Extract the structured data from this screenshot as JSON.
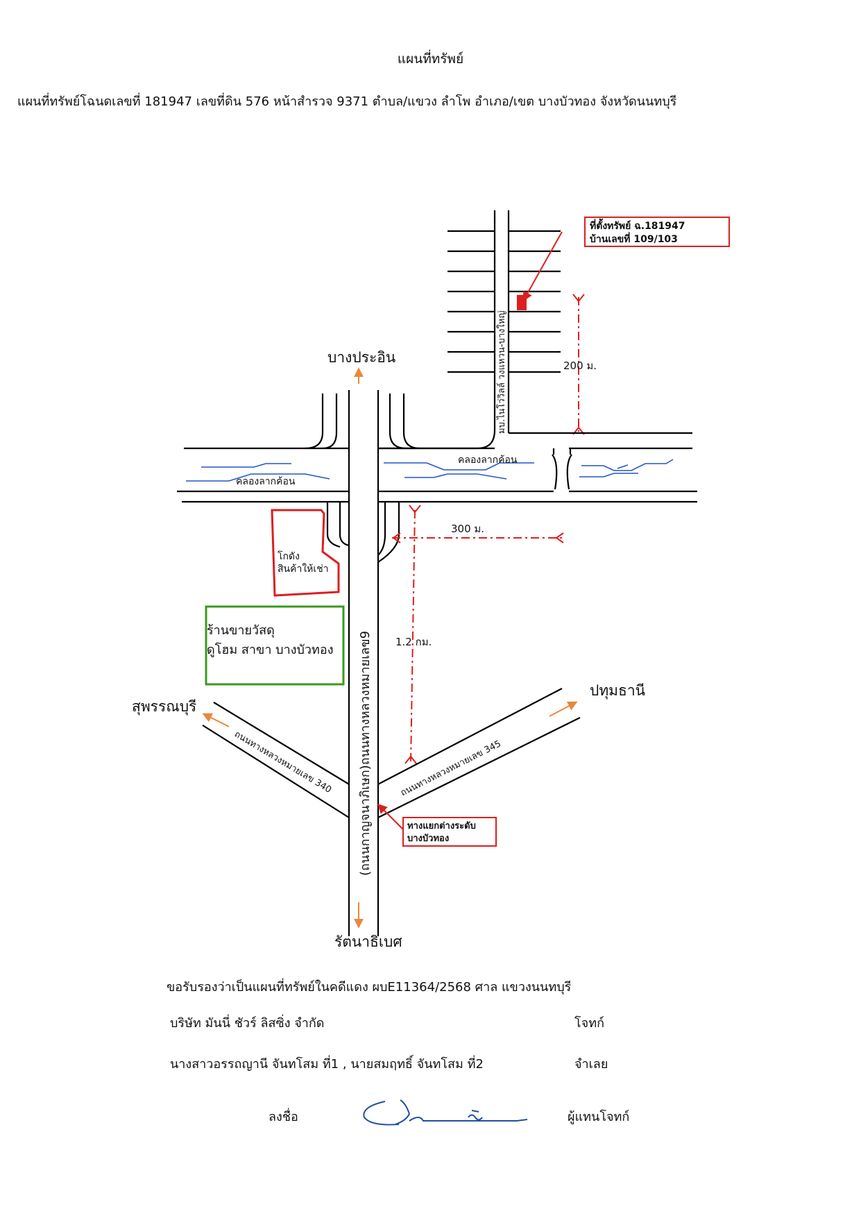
{
  "header": {
    "title": "แผนที่ทรัพย์",
    "subtitle": "แผนที่ทรัพย์โฉนดเลขที่ 181947 เลขที่ดิน 576 หน้าสำรวจ 9371 ตำบล/แขวง ลำโพ อำเภอ/เขต บางบัวทอง  จังหวัดนนทบุรี"
  },
  "map": {
    "property_callout": {
      "line1": "ที่ตั้งทรัพย์ ฉ.181947",
      "line2": "บ้านเลขที่ 109/103"
    },
    "village_label": "มบ.ไนโว่วิลล์ วงแหวน-บางใหญ่",
    "distance_200": "200 ม.",
    "distance_300": "300 ม.",
    "distance_1200": "1.2 กม.",
    "direction_north": "บางประอิน",
    "direction_south": "รัตนาธิเบศ",
    "direction_west": "สุพรรณบุรี",
    "direction_east": "ปทุมธานี",
    "canal_left": "คลองลากค้อน",
    "canal_right": "คลองลากค้อน",
    "warehouse_line1": "โกดัง",
    "warehouse_line2": "สินค้าให้เช่า",
    "store_line1": "ร้านขายวัสดุ",
    "store_line2": "ดูโฮม สาขา บางบัวทอง",
    "main_road": "(ถนนกาญจนาภิเษก)ถนนทางหลวงหมายเลข9",
    "road_340": "ถนนทางหลวงหมายเลข 340",
    "road_345": "ถนนทางหลวงหมายเลข 345",
    "interchange_line1": "ทางแยกต่างระดับ",
    "interchange_line2": "บางบัวทอง",
    "colors": {
      "road": "#000000",
      "canal": "#2255cc",
      "marker": "#dd1f1f",
      "arrow": "#e8883a",
      "store": "#3a9a1c"
    }
  },
  "certification": {
    "statement": "ขอรับรองว่าเป็นแผนที่ทรัพย์ในคดีแดง  ผบE11364/2568  ศาล  แขวงนนทบุรี",
    "plaintiff_name": "บริษัท มันนี่ ชัวร์ ลิสซิ่ง จำกัด",
    "plaintiff_role": "โจทก์",
    "defendant_name": "นางสาวอรรถญานี จันทโสม ที่1 , นายสมฤทธิ์ จันทโสม ที่2",
    "defendant_role": "จำเลย",
    "sign_label": "ลงชื่อ",
    "sign_role": "ผู้แทนโจทก์"
  }
}
